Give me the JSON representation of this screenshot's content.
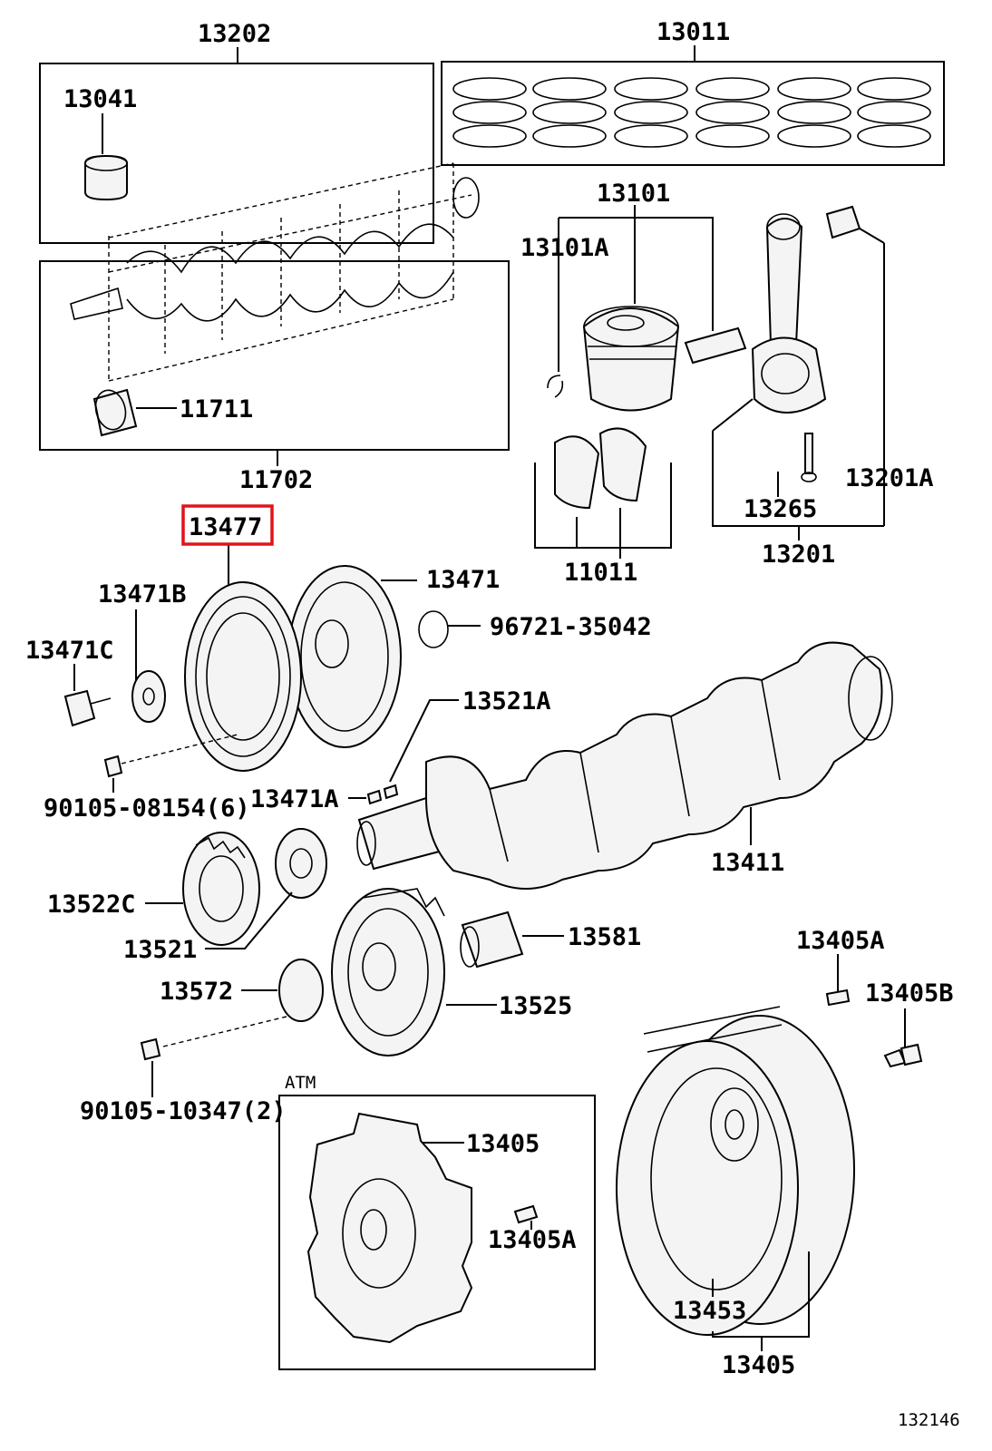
{
  "diagram": {
    "highlight_color": "#e0141b",
    "line_color": "#000000",
    "background": "#ffffff",
    "labels": {
      "p13202": "13202",
      "p13011": "13011",
      "p13041": "13041",
      "p13101": "13101",
      "p13101A": "13101A",
      "p11711": "11711",
      "p11702": "11702",
      "p13477": "13477",
      "p13471B": "13471B",
      "p13471": "13471",
      "p96721": "96721-35042",
      "p13471C": "13471C",
      "p13521A": "13521A",
      "p13471A": "13471A",
      "p90105a": "90105-08154(6)",
      "p11011": "11011",
      "p13265": "13265",
      "p13201A": "13201A",
      "p13201": "13201",
      "p13411": "13411",
      "p13522C": "13522C",
      "p13521": "13521",
      "p13581": "13581",
      "p13572": "13572",
      "p13525": "13525",
      "p13405A_top": "13405A",
      "p13405B": "13405B",
      "p90105b": "90105-10347(2)",
      "atm": "ATM",
      "p13405_atm": "13405",
      "p13405A_atm": "13405A",
      "p13453": "13453",
      "p13405": "13405",
      "figure_id": "132146"
    }
  }
}
